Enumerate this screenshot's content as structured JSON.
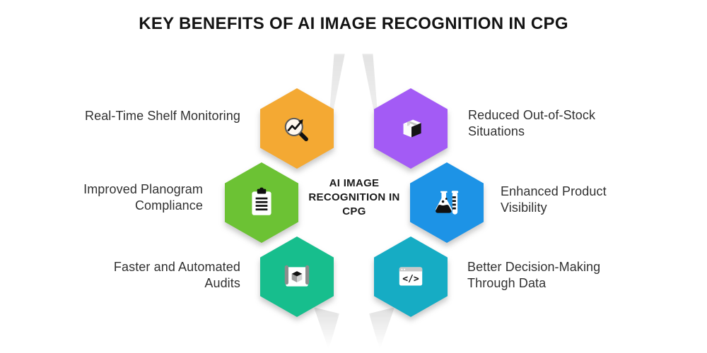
{
  "title": "KEY BENEFITS OF AI IMAGE RECOGNITION IN CPG",
  "center_label": "AI IMAGE RECOGNITION IN CPG",
  "benefits": [
    {
      "position": "top-left",
      "label": "Real-Time Shelf Monitoring",
      "color": "#F4A933",
      "icon": "magnifier-trend-chart-icon"
    },
    {
      "position": "top-right",
      "label": "Reduced Out-of-Stock Situations",
      "color": "#A35BF5",
      "icon": "package-box-icon"
    },
    {
      "position": "middle-left",
      "label": "Improved Planogram Compliance",
      "color": "#6CC234",
      "icon": "clipboard-checklist-icon"
    },
    {
      "position": "middle-right",
      "label": "Enhanced Product Visibility",
      "color": "#1D93E6",
      "icon": "lab-flask-test-tube-icon"
    },
    {
      "position": "bottom-left",
      "label": "Faster and Automated Audits",
      "color": "#17BE8D",
      "icon": "blueprint-3d-cube-icon"
    },
    {
      "position": "bottom-right",
      "label": "Better Decision-Making Through Data",
      "color": "#16ACC4",
      "icon": "code-window-icon"
    }
  ]
}
